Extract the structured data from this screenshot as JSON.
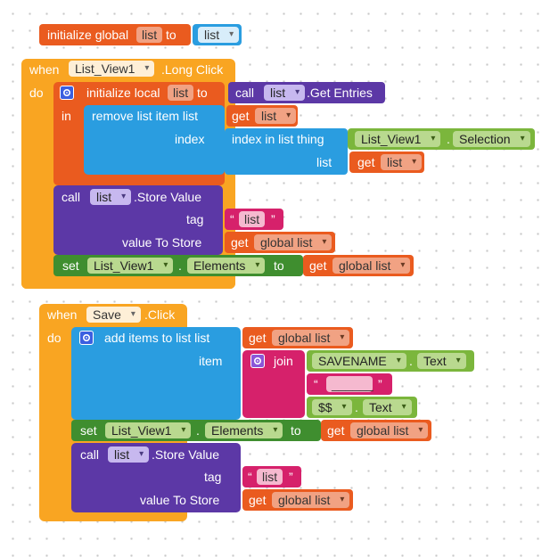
{
  "block1": {
    "init_global_label": "initialize global",
    "var_name": "list",
    "to_label": "to",
    "value_label": "list"
  },
  "block2": {
    "when_label": "when",
    "component": "List_View1",
    "event_label": ".Long Click",
    "do_label": "do",
    "init_local_label": "initialize local",
    "local_var": "list",
    "to_label": "to",
    "call_label": "call",
    "call_component": "list",
    "get_entries_label": ".Get Entries",
    "in_label": "in",
    "remove_label": "remove list item  list",
    "get_label": "get",
    "get_var": "list",
    "index_label": "index",
    "index_in_list_label": "index in list  thing",
    "selection_component": "List_View1",
    "selection_property": "Selection",
    "list_label": "list",
    "get2_label": "get",
    "get2_var": "list",
    "store_call_label": "call",
    "store_component": "list",
    "store_value_label": ".Store Value",
    "tag_label": "tag",
    "tag_open_quote": "“",
    "tag_text": "list",
    "tag_close_quote": "”",
    "value_to_store_label": "value To Store",
    "get3_label": "get",
    "get3_var": "global list",
    "set_label": "set",
    "set_component": "List_View1",
    "set_dot": ".",
    "set_property": "Elements",
    "set_to_label": "to",
    "get4_label": "get",
    "get4_var": "global list"
  },
  "block3": {
    "when_label": "when",
    "component": "Save",
    "event_label": ".Click",
    "do_label": "do",
    "add_items_label": "add items to list   list",
    "get_label": "get",
    "get_var": "global list",
    "item_label": "item",
    "join_label": "join",
    "savename_component": "SAVENAME",
    "savename_dot": ".",
    "savename_property": "Text",
    "sep_open_quote": "“",
    "sep_text": "______",
    "sep_close_quote": "”",
    "dollar_component": "$$",
    "dollar_dot": ".",
    "dollar_property": "Text",
    "set_label": "set",
    "set_component": "List_View1",
    "set_dot": ".",
    "set_property": "Elements",
    "set_to_label": "to",
    "get2_label": "get",
    "get2_var": "global list",
    "store_call_label": "call",
    "store_component": "list",
    "store_value_label": ".Store Value",
    "tag_label": "tag",
    "tag_open_quote": "“",
    "tag_text": "list",
    "tag_close_quote": "”",
    "value_to_store_label": "value To Store",
    "get3_label": "get",
    "get3_var": "global list"
  },
  "colors": {
    "variables": "#ea5b1f",
    "control": "#f9a522",
    "lists": "#2a9de0",
    "text": "#d6216b",
    "component_method": "#5c38a6",
    "component_setter": "#3f8e2f",
    "component_getter": "#7bb63c"
  },
  "icons": [
    "mutator-gear-icon",
    "dropdown-arrow-icon"
  ]
}
